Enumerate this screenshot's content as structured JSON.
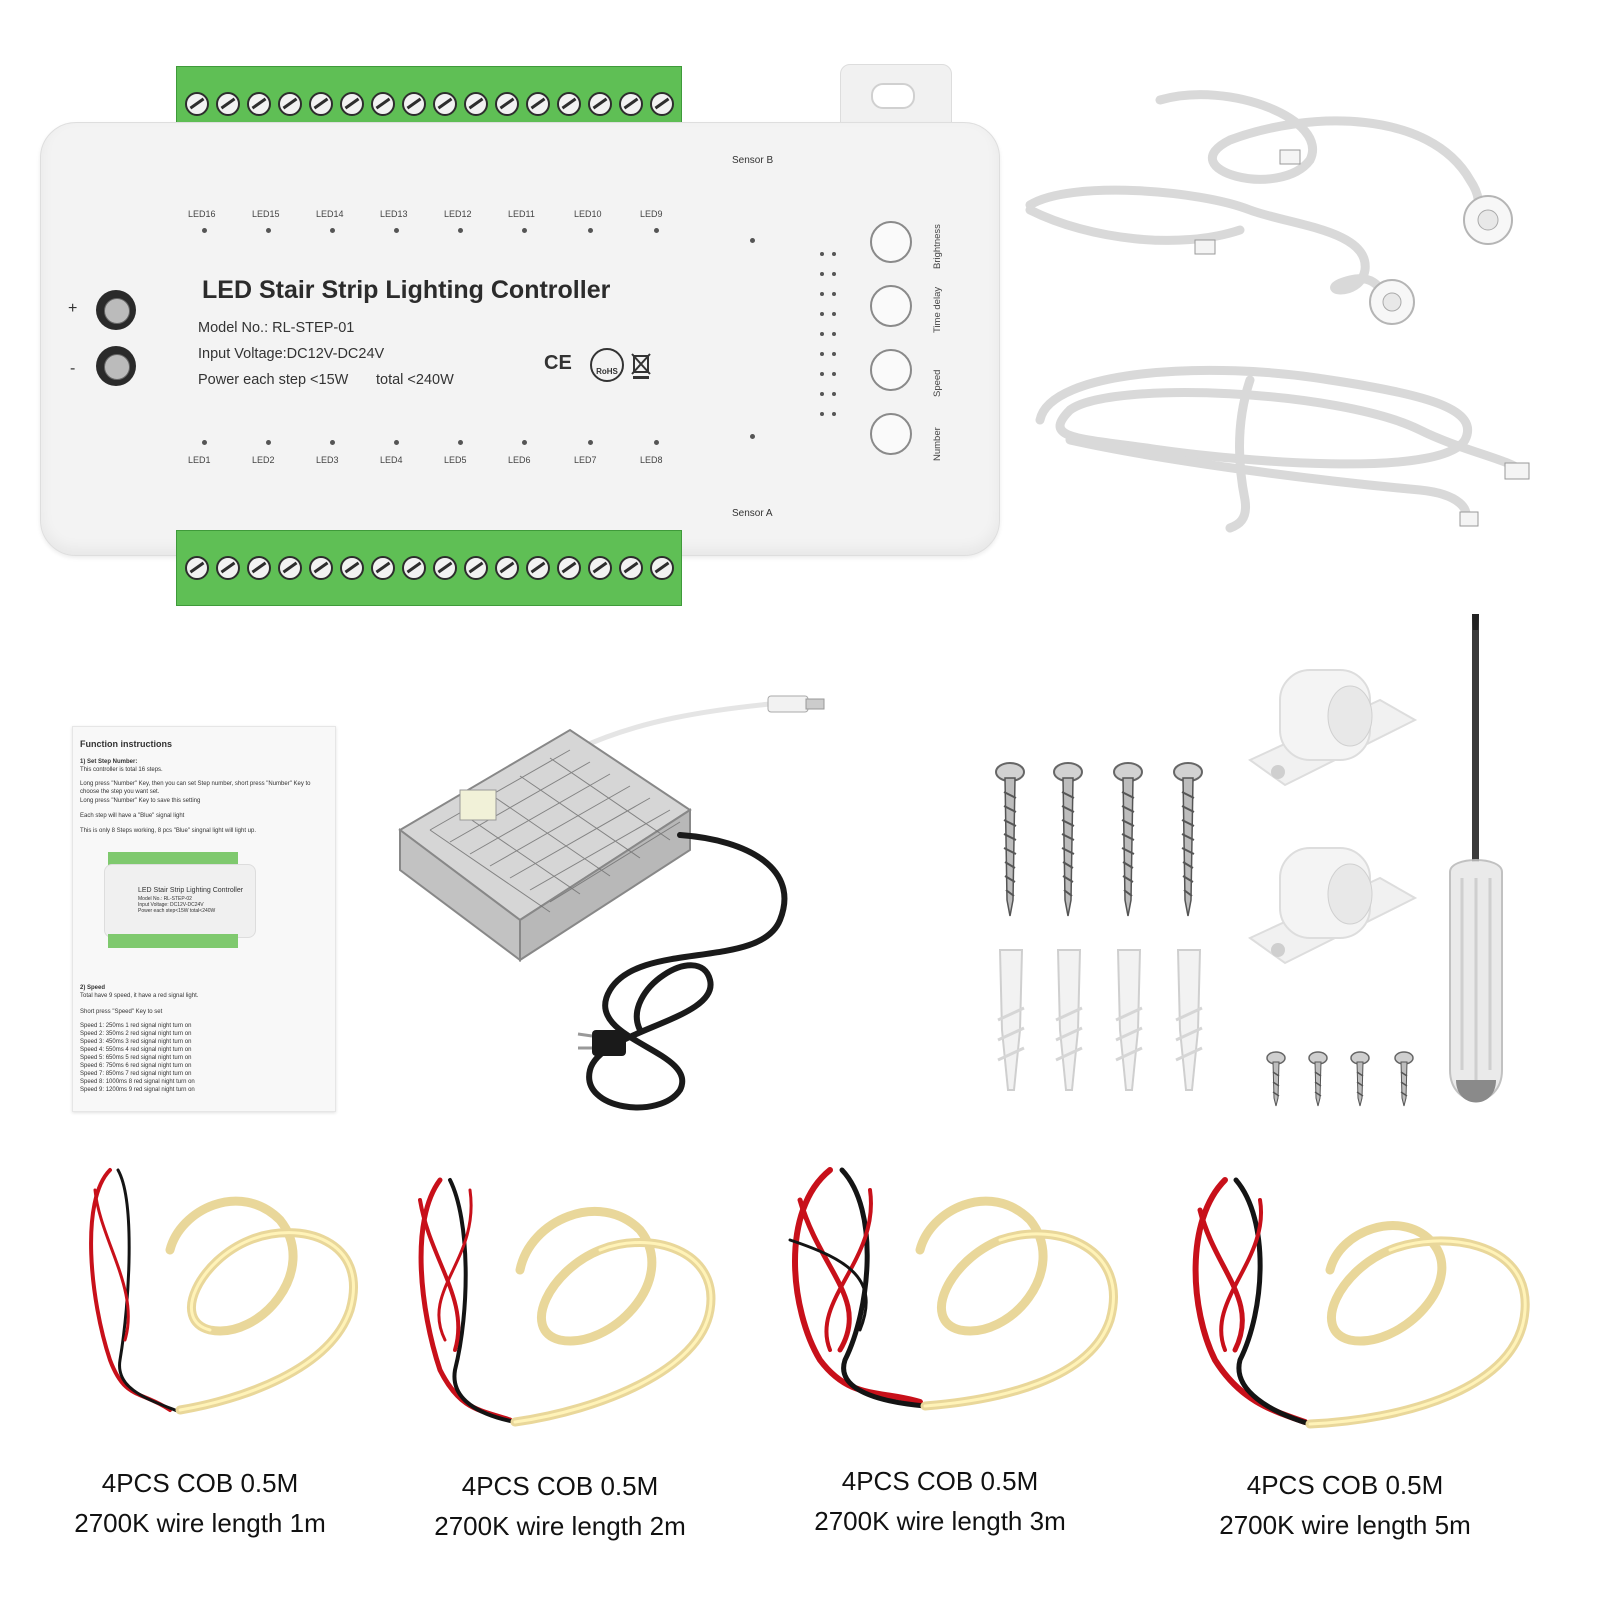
{
  "controller": {
    "title": "LED Stair Strip Lighting Controller",
    "model": "Model No.: RL-STEP-01",
    "voltage": "Input Voltage:DC12V-DC24V",
    "power": "Power each step <15W",
    "total": "total <240W",
    "sensor_a": "Sensor A",
    "sensor_b": "Sensor B",
    "plus": "+",
    "minus": "-",
    "top_leds": [
      "LED16",
      "LED15",
      "LED14",
      "LED13",
      "LED12",
      "LED11",
      "LED10",
      "LED9"
    ],
    "bottom_leds": [
      "LED1",
      "LED2",
      "LED3",
      "LED4",
      "LED5",
      "LED6",
      "LED7",
      "LED8"
    ],
    "buttons": [
      "Brightness",
      "Time delay",
      "Speed",
      "Number"
    ],
    "cert_ce": "CE",
    "cert_rohs": "RoHS"
  },
  "manual": {
    "heading": "Function instructions",
    "s1_title": "1) Set Step Number:",
    "s1_l1": "This controller is total 16 steps.",
    "s1_l2": "Long press \"Number\" Key, then you can set Step number, short press \"Number\" Key to",
    "s1_l3": "choose the step you want set.",
    "s1_l4": "Long press \"Number\" Key to save this setting",
    "s1_l5": "Each step will have a \"Blue\" signal light",
    "s1_l6": "This is only 8 Steps working, 8 pcs \"Blue\" singnal light will light up.",
    "mini_title": "LED Stair Strip Lighting Controller",
    "mini_model": "Model No.: RL-STEP-02",
    "mini_voltage": "Input Voltage: DC12V-DC24V",
    "mini_power": "Power each step<15W    total<240W",
    "s2_title": "2) Speed",
    "s2_l1": "Total have 9 speed, it have a red signal light.",
    "s2_l2": "Short press \"Speed\" Key to set",
    "speeds": [
      "Speed 1: 250ms   1 red signal night turn on",
      "Speed 2: 350ms   2 red signal night turn on",
      "Speed 3: 450ms   3 red signal night turn on",
      "Speed 4: 550ms   4 red signal night turn on",
      "Speed 5: 650ms   5 red signal night turn on",
      "Speed 6: 750ms   6 red signal night turn on",
      "Speed 7: 850ms   7 red signal night turn on",
      "Speed 8: 1000ms  8 red signal night turn on",
      "Speed 9: 1200ms  9 red signal night turn on"
    ]
  },
  "captions": [
    {
      "line1": "4PCS COB 0.5M",
      "line2": "2700K wire length 1m"
    },
    {
      "line1": "4PCS COB 0.5M",
      "line2": "2700K wire length 2m"
    },
    {
      "line1": "4PCS COB 0.5M",
      "line2": "2700K wire length 3m"
    },
    {
      "line1": "4PCS COB 0.5M",
      "line2": "2700K wire length 5m"
    }
  ],
  "colors": {
    "terminal_green": "#5fbf55",
    "wire_red": "#c8101a",
    "wire_black": "#141414",
    "cob_yellow": "#f2df9a"
  }
}
